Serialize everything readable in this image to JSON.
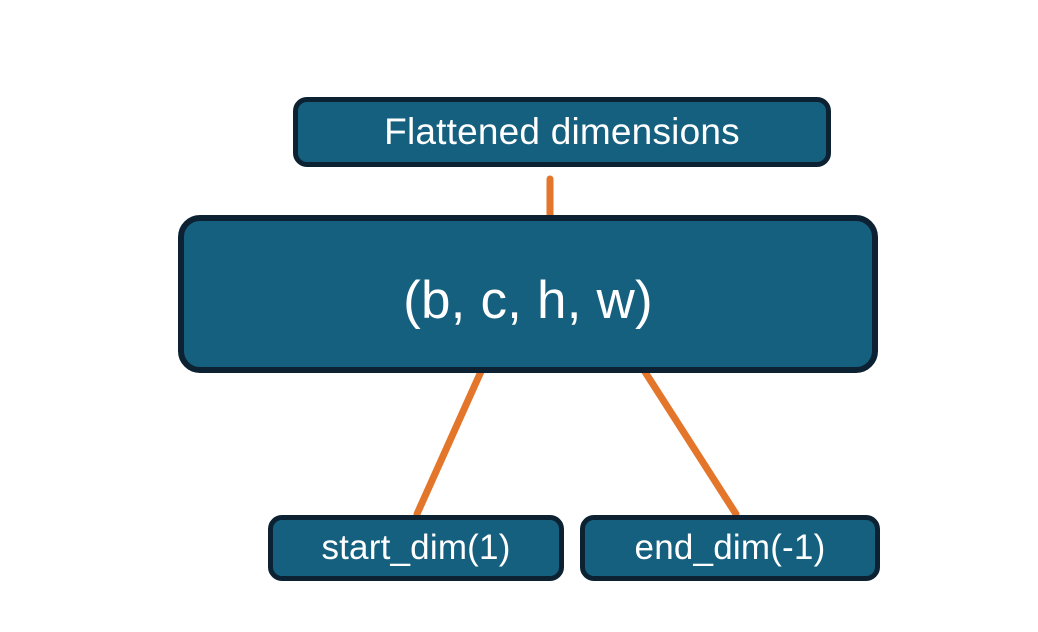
{
  "diagram": {
    "title": "flatten start_dim end_dim illustration",
    "colors": {
      "box_fill": "#16607f",
      "box_border": "#0c2232",
      "text": "#ffffff",
      "accent_orange": "#e3762a",
      "background": "#ffffff"
    },
    "nodes": {
      "flattened": {
        "label": "Flattened dimensions"
      },
      "tensor": {
        "label": "(b, c, h, w)",
        "dims": [
          "b",
          "c",
          "h",
          "w"
        ]
      },
      "start_dim": {
        "label": "start_dim(1)",
        "value": 1
      },
      "end_dim": {
        "label": "end_dim(-1)",
        "value": -1
      }
    },
    "connectors": {
      "brace": {
        "name": "curly-brace-over-flattened-dims",
        "spans_dims": [
          "c",
          "h",
          "w"
        ],
        "points_to": "Flattened dimensions"
      },
      "arrow_start": {
        "name": "arrow-start-dim-to-c",
        "from": "start_dim(1)",
        "to": "c"
      },
      "arrow_end": {
        "name": "arrow-end-dim-to-w",
        "from": "end_dim(-1)",
        "to": "w"
      }
    }
  }
}
